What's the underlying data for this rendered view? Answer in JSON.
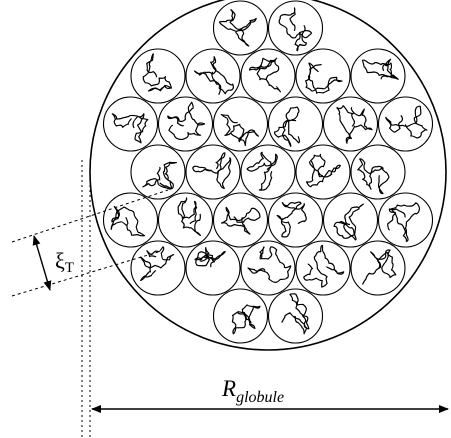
{
  "diagram": {
    "xi_symbol": "ξ",
    "xi_subscript": "T",
    "r_symbol": "R",
    "r_subscript": "globule",
    "stroke_color": "#000000",
    "background_color": "#ffffff"
  }
}
